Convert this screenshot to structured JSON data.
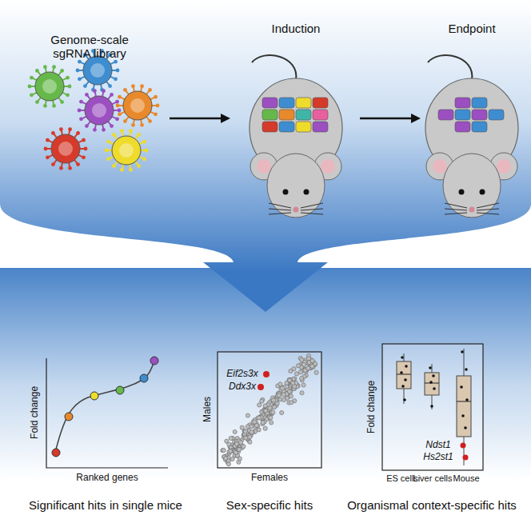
{
  "diagram": {
    "labels": [
      "Genome-scale sgRNA library",
      "Induction",
      "Endpoint",
      "Fold change",
      "Ranked genes",
      "Significant hits in single mice",
      "Males",
      "Eif2s3x",
      "Ddx3x",
      "Females",
      "Sex-specific hits",
      "Fold change",
      "ES cells",
      "Liver cells",
      "Mouse",
      "Ndst1",
      "Hs2st1",
      "Organismal context-specific hits"
    ]
  }
}
